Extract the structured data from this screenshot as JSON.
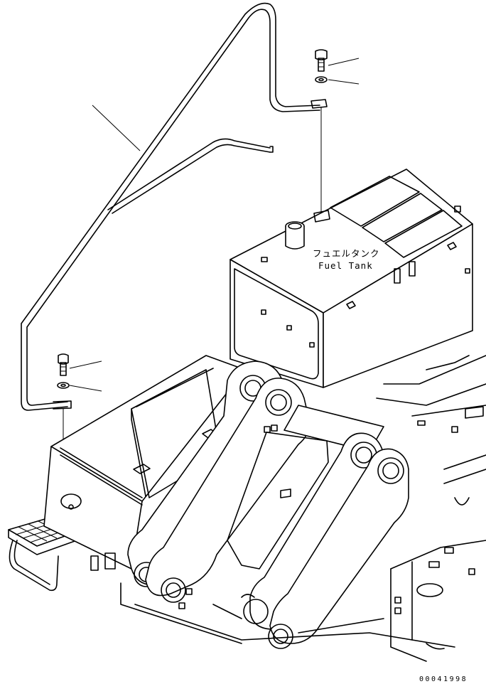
{
  "labels": {
    "fuel_tank_jp": "フュエルタンク",
    "fuel_tank_en": "Fuel Tank"
  },
  "drawing_number": "00041998",
  "parts": [
    "handrail",
    "bolt-upper",
    "washer-upper",
    "bolt-lower",
    "washer-lower",
    "fuel-tank",
    "step",
    "frame"
  ]
}
